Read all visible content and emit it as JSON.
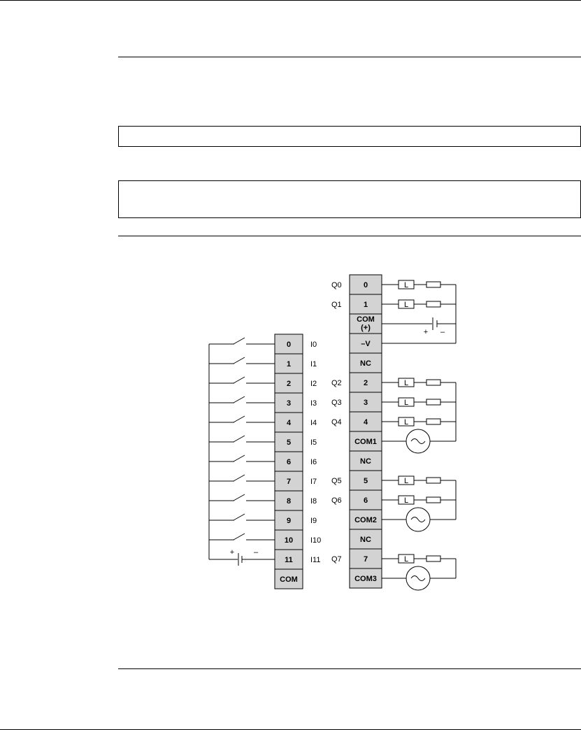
{
  "diagram": {
    "input_terminals": [
      "0",
      "1",
      "2",
      "3",
      "4",
      "5",
      "6",
      "7",
      "8",
      "9",
      "10",
      "11",
      "COM"
    ],
    "input_labels": [
      "I0",
      "I1",
      "I2",
      "I3",
      "I4",
      "I5",
      "I6",
      "I7",
      "I8",
      "I9",
      "I10",
      "I11"
    ],
    "output_terminals": [
      "0",
      "1",
      "COM\n(+)",
      "–V",
      "NC",
      "2",
      "3",
      "4",
      "COM1",
      "NC",
      "5",
      "6",
      "COM2",
      "NC",
      "7",
      "COM3"
    ],
    "output_labels": [
      "Q0",
      "Q1",
      "",
      "",
      "",
      "Q2",
      "Q3",
      "Q4",
      "",
      "",
      "Q5",
      "Q6",
      "",
      "",
      "Q7",
      ""
    ],
    "load_symbol": "L",
    "battery_plus": "+",
    "battery_minus": "–"
  }
}
